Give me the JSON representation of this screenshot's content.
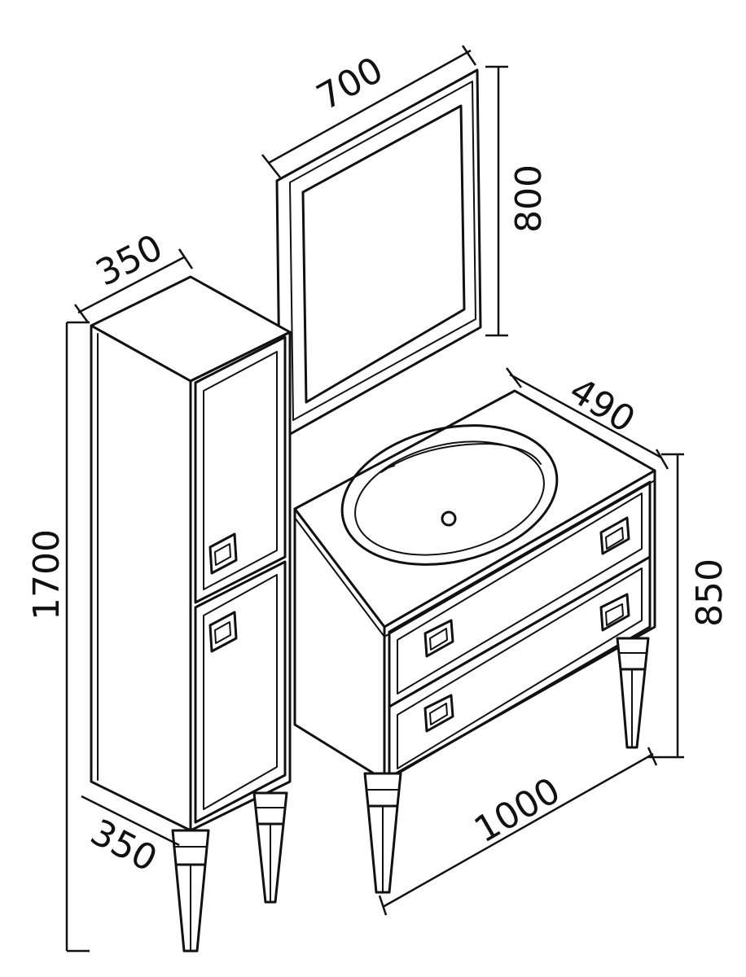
{
  "dimensions": {
    "mirror_width": "700",
    "mirror_height": "800",
    "cabinet_top_depth": "350",
    "cabinet_height": "1700",
    "cabinet_bottom_width": "350",
    "vanity_depth": "490",
    "vanity_height": "850",
    "vanity_width": "1000"
  }
}
